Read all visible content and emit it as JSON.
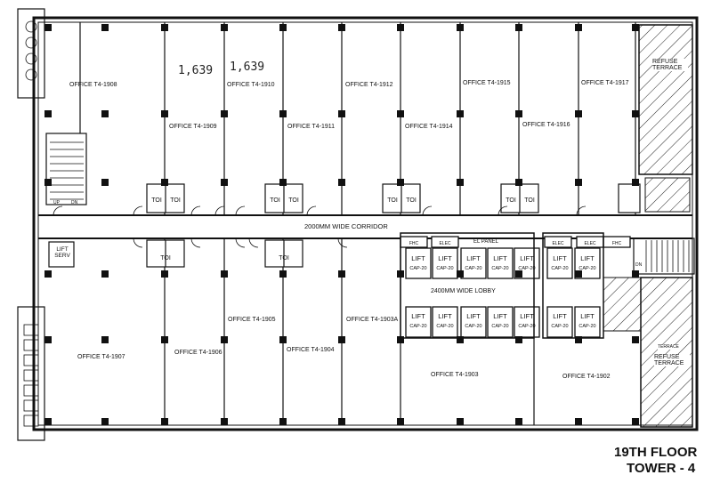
{
  "offices_north": [
    "OFFICE T4-1908",
    "OFFICE T4-1909",
    "OFFICE T4-1910",
    "OFFICE T4-1911",
    "OFFICE T4-1912",
    "OFFICE T4-1914",
    "OFFICE T4-1915",
    "OFFICE T4-1916",
    "OFFICE T4-1917"
  ],
  "offices_south": [
    "OFFICE T4-1907",
    "OFFICE T4-1906",
    "OFFICE T4-1905",
    "OFFICE T4-1904",
    "OFFICE T4-1903A",
    "OFFICE T4-1903",
    "OFFICE T4-1902"
  ],
  "handwritten": [
    "1,639",
    "1,639"
  ],
  "corridor": "2000MM WIDE CORRIDOR",
  "lobby": "2400MM WIDE LOBBY",
  "refuse_terrace": "REFUSE TERRACE",
  "terrace_small": "TERRACE",
  "lift_serv": "LIFT SERV",
  "lift": "LIFT",
  "lift_cap": "CAP-20",
  "toilet": "TOI",
  "elec_panel": "EL PANEL",
  "elec": "ELEC",
  "fhc": "FHC",
  "stair_up": "UP",
  "stair_dn": "DN",
  "title": {
    "floor": "19TH FLOOR",
    "tower": "TOWER - 4"
  }
}
